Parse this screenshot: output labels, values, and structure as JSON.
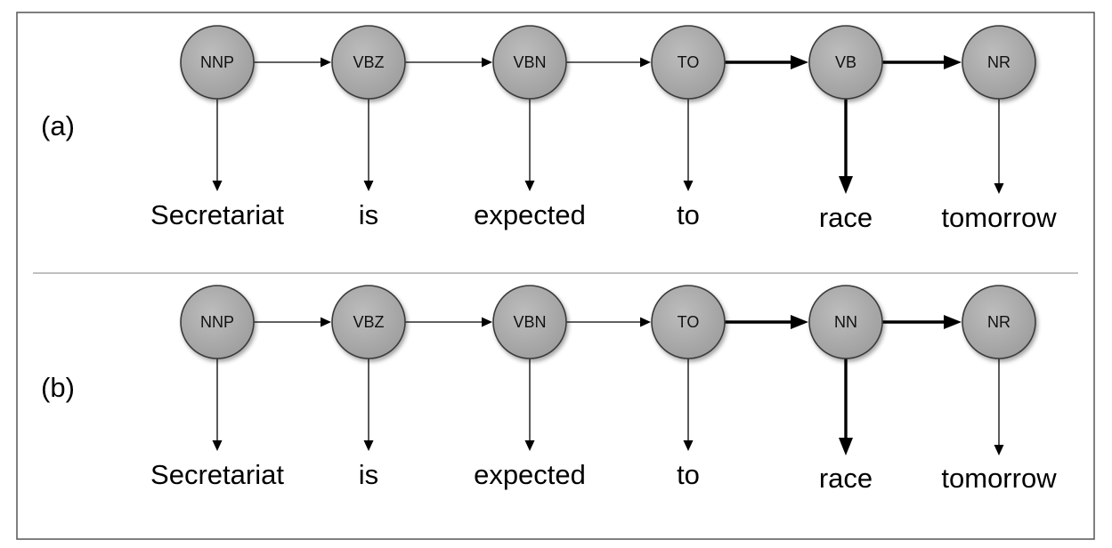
{
  "panels": [
    {
      "label": "(a)",
      "tags": [
        "NNP",
        "VBZ",
        "VBN",
        "TO",
        "VB",
        "NR"
      ],
      "words": [
        "Secretariat",
        "is",
        "expected",
        "to",
        "race",
        "tomorrow"
      ]
    },
    {
      "label": "(b)",
      "tags": [
        "NNP",
        "VBZ",
        "VBN",
        "TO",
        "NN",
        "NR"
      ],
      "words": [
        "Secretariat",
        "is",
        "expected",
        "to",
        "race",
        "tomorrow"
      ]
    }
  ],
  "bold_transitions": [
    3,
    4
  ],
  "bold_emissions": [
    4
  ],
  "colors": {
    "node_fill": "#a9a9a9",
    "node_stroke": "#3a3a3a",
    "edge": "#000000",
    "frame": "#555555",
    "divider": "#9a9a9a"
  }
}
